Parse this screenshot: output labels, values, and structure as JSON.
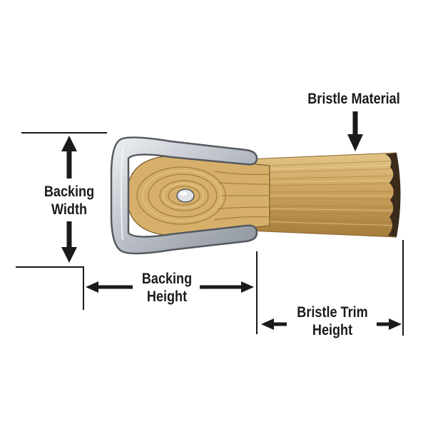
{
  "labels": {
    "bristle_material": "Bristle Material",
    "backing_width_line1": "Backing",
    "backing_width_line2": "Width",
    "backing_height_line1": "Backing",
    "backing_height_line2": "Height",
    "bristle_trim_line1": "Bristle Trim",
    "bristle_trim_line2": "Height"
  },
  "colors": {
    "bristle_light": "#d9b673",
    "bristle_mid": "#c39a52",
    "bristle_dark": "#9c7436",
    "bristle_tip": "#3a2a1a",
    "backing_metal": "#c9cdd3",
    "backing_outline": "#55595f",
    "dimension_line": "#1a1a1a"
  }
}
